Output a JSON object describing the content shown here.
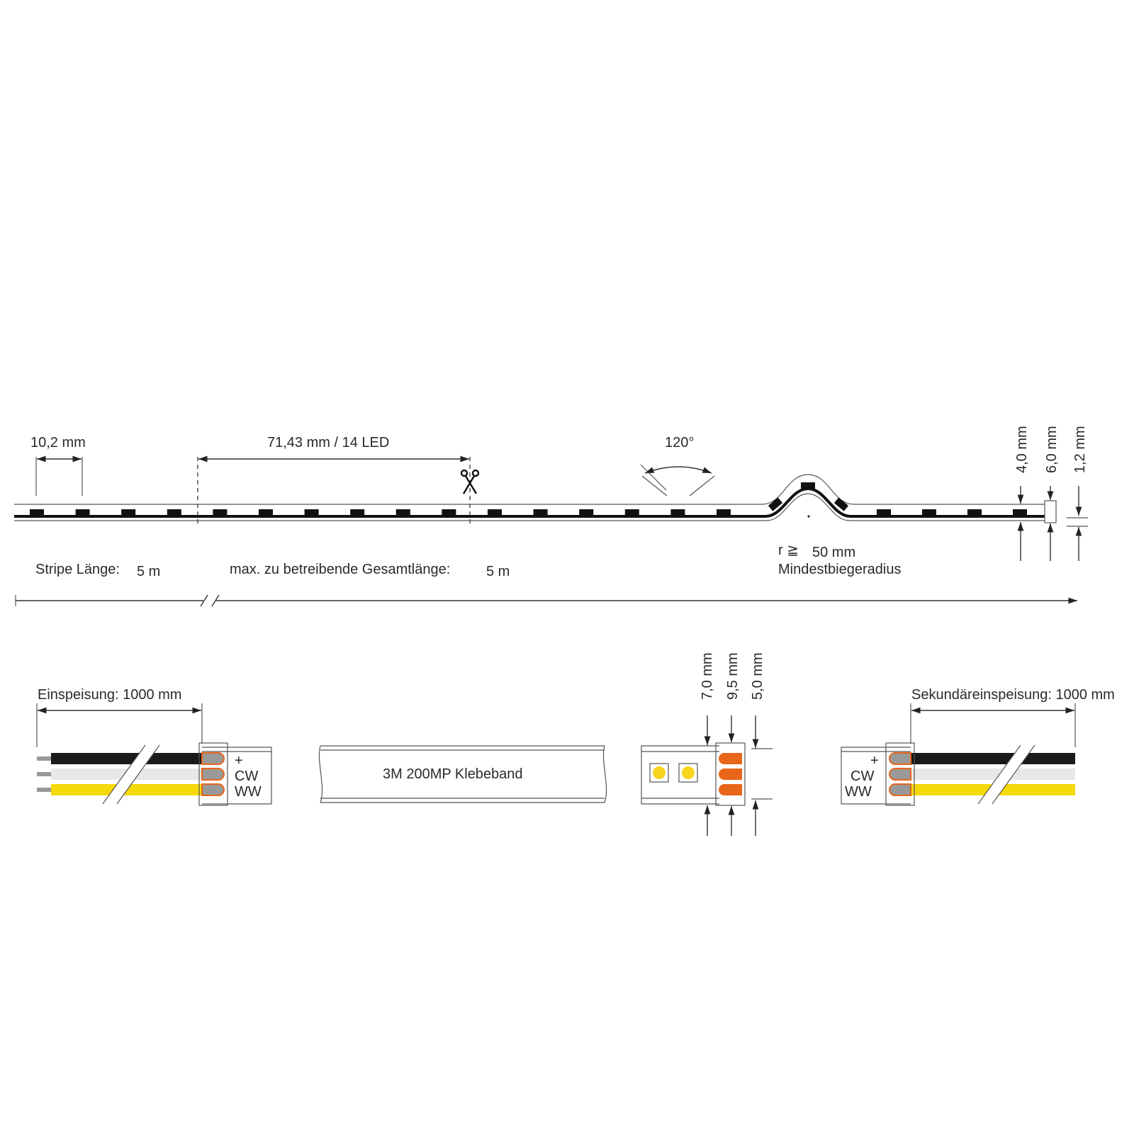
{
  "strip_view": {
    "led_pitch_label": "10,2 mm",
    "segment_label": "71,43 mm / 14 LED",
    "angle_label": "120°",
    "radius_symbol": "r ≧",
    "radius_value": "50 mm",
    "radius_caption": "Mindestbiegeradius",
    "height_label": "4,0 mm",
    "width_label": "6,0 mm",
    "thickness_label": "1,2 mm",
    "stripe_length_label": "Stripe Länge:",
    "stripe_length_value": "5 m",
    "max_length_label": "max. zu betreibende Gesamtlänge:",
    "max_length_value": "5 m"
  },
  "bottom_view": {
    "feed_label": "Einspeisung: 1000 mm",
    "secondary_feed_label": "Sekundäreinspeisung: 1000 mm",
    "adhesive_label": "3M 200MP Klebeband",
    "dim_1": "7,0 mm",
    "dim_2": "9,5 mm",
    "dim_3": "5,0 mm",
    "pins": [
      "+",
      "CW",
      "WW"
    ]
  },
  "colors": {
    "wire_plus": "#1a1a1a",
    "wire_cw": "#e8e8e8",
    "wire_ww": "#f5d90a",
    "contact": "#e8651a",
    "led": "#f7d51d"
  }
}
